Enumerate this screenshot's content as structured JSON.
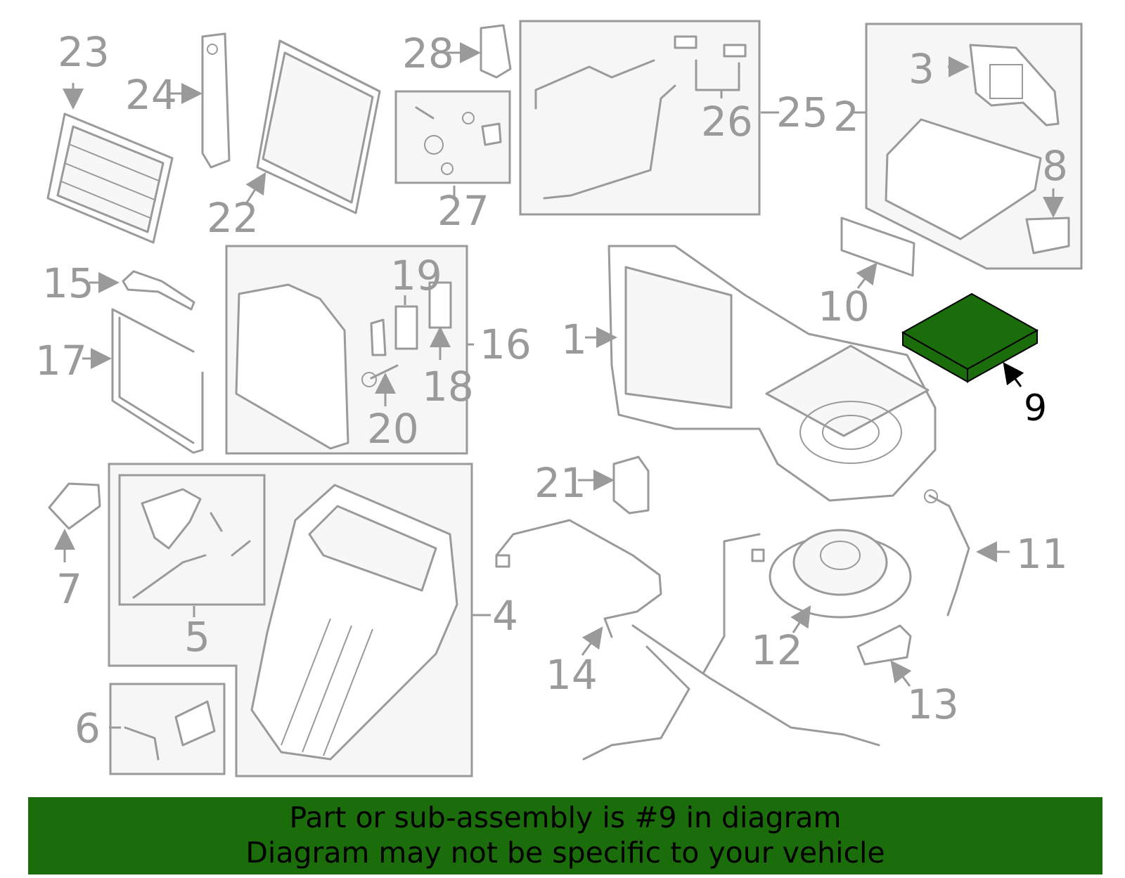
{
  "diagram": {
    "highlighted_part": "9",
    "highlight_color": "#1a6d0a",
    "part_color": "#9a9a9a",
    "callouts": {
      "p1": "1",
      "p2": "2",
      "p3": "3",
      "p4": "4",
      "p5": "5",
      "p6": "6",
      "p7": "7",
      "p8": "8",
      "p9": "9",
      "p10": "10",
      "p11": "11",
      "p12": "12",
      "p13": "13",
      "p14": "14",
      "p15": "15",
      "p16": "16",
      "p17": "17",
      "p18": "18",
      "p19": "19",
      "p20": "20",
      "p21": "21",
      "p22": "22",
      "p23": "23",
      "p24": "24",
      "p25": "25",
      "p26": "26",
      "p27": "27",
      "p28": "28"
    }
  },
  "banner": {
    "line1": "Part or sub-assembly is #9 in diagram",
    "line2": "Diagram may not be specific to your vehicle",
    "background": "#1a6d0a"
  }
}
